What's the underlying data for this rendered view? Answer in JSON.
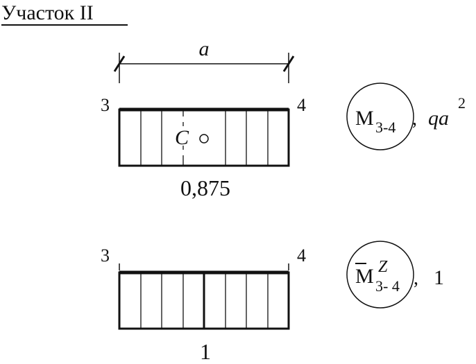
{
  "title": "Участок II",
  "dimension": {
    "label": "a"
  },
  "diagram1": {
    "left_node": "3",
    "right_node": "4",
    "centroid_label": "C",
    "value_label": "0,875",
    "moment_symbol": "M",
    "moment_subscript": "3-4",
    "unit_sep": ", ",
    "unit_base": "qa",
    "unit_exp": "2"
  },
  "diagram2": {
    "left_node": "3",
    "right_node": "4",
    "value_label": "1",
    "moment_symbol": "M",
    "moment_superscript": "Z",
    "moment_subscript": "3- 4",
    "unit_sep": ", ",
    "unit_value": "1"
  }
}
